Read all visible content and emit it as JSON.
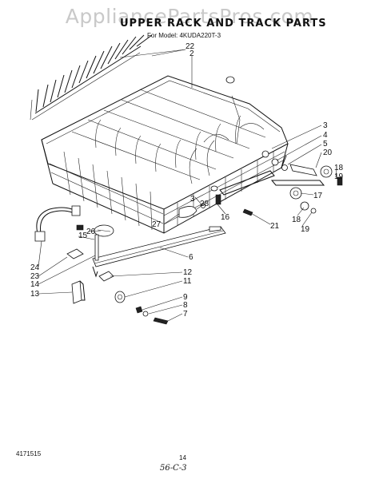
{
  "header": {
    "watermark": "AppliancePartsPros.com",
    "title": "UPPER RACK AND TRACK PARTS",
    "model": "For Model: 4KUDA220T-3"
  },
  "footer": {
    "left_code": "4171515",
    "page_number": "14",
    "handwritten": "56-C-3"
  },
  "callouts": [
    {
      "id": "c22",
      "label": "22"
    },
    {
      "id": "c2",
      "label": "2"
    },
    {
      "id": "c3a",
      "label": "3"
    },
    {
      "id": "c4",
      "label": "4"
    },
    {
      "id": "c5",
      "label": "5"
    },
    {
      "id": "c20",
      "label": "20"
    },
    {
      "id": "c18a",
      "label": "18"
    },
    {
      "id": "c19a",
      "label": "19"
    },
    {
      "id": "c17",
      "label": "17"
    },
    {
      "id": "c18b",
      "label": "18"
    },
    {
      "id": "c19b",
      "label": "19"
    },
    {
      "id": "c3b",
      "label": "3"
    },
    {
      "id": "c28",
      "label": "28"
    },
    {
      "id": "c16",
      "label": "16"
    },
    {
      "id": "c21",
      "label": "21"
    },
    {
      "id": "c27",
      "label": "27"
    },
    {
      "id": "c26",
      "label": "26"
    },
    {
      "id": "c15",
      "label": "15"
    },
    {
      "id": "c6",
      "label": "6"
    },
    {
      "id": "c24",
      "label": "24"
    },
    {
      "id": "c23",
      "label": "23"
    },
    {
      "id": "c14",
      "label": "14"
    },
    {
      "id": "c13",
      "label": "13"
    },
    {
      "id": "c12",
      "label": "12"
    },
    {
      "id": "c11",
      "label": "11"
    },
    {
      "id": "c9",
      "label": "9"
    },
    {
      "id": "c8",
      "label": "8"
    },
    {
      "id": "c7",
      "label": "7"
    }
  ]
}
